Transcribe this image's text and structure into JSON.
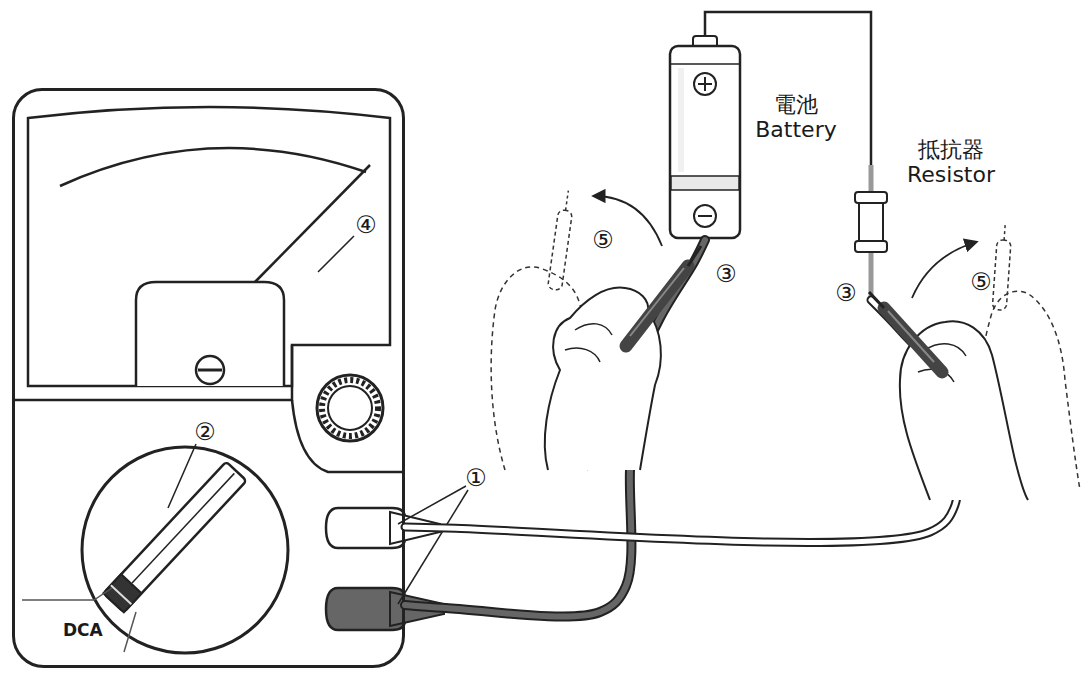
{
  "diagram": {
    "nodes": [
      {
        "text": [
          "DCA"
        ]
      },
      {
        "text": [
          "電池 Battery"
        ]
      },
      {
        "text": [
          "抵抗器 Resistor"
        ]
      }
    ],
    "edges": [
      {
        "from": 0,
        "to": 1,
        "arrow": "none"
      },
      {
        "from": 0,
        "to": 2,
        "arrow": "none"
      },
      {
        "from": 1,
        "to": 2,
        "arrow": "none"
      }
    ],
    "labels": [
      "①",
      "②",
      "③",
      "③",
      "④",
      "⑤",
      "⑤"
    ]
  }
}
